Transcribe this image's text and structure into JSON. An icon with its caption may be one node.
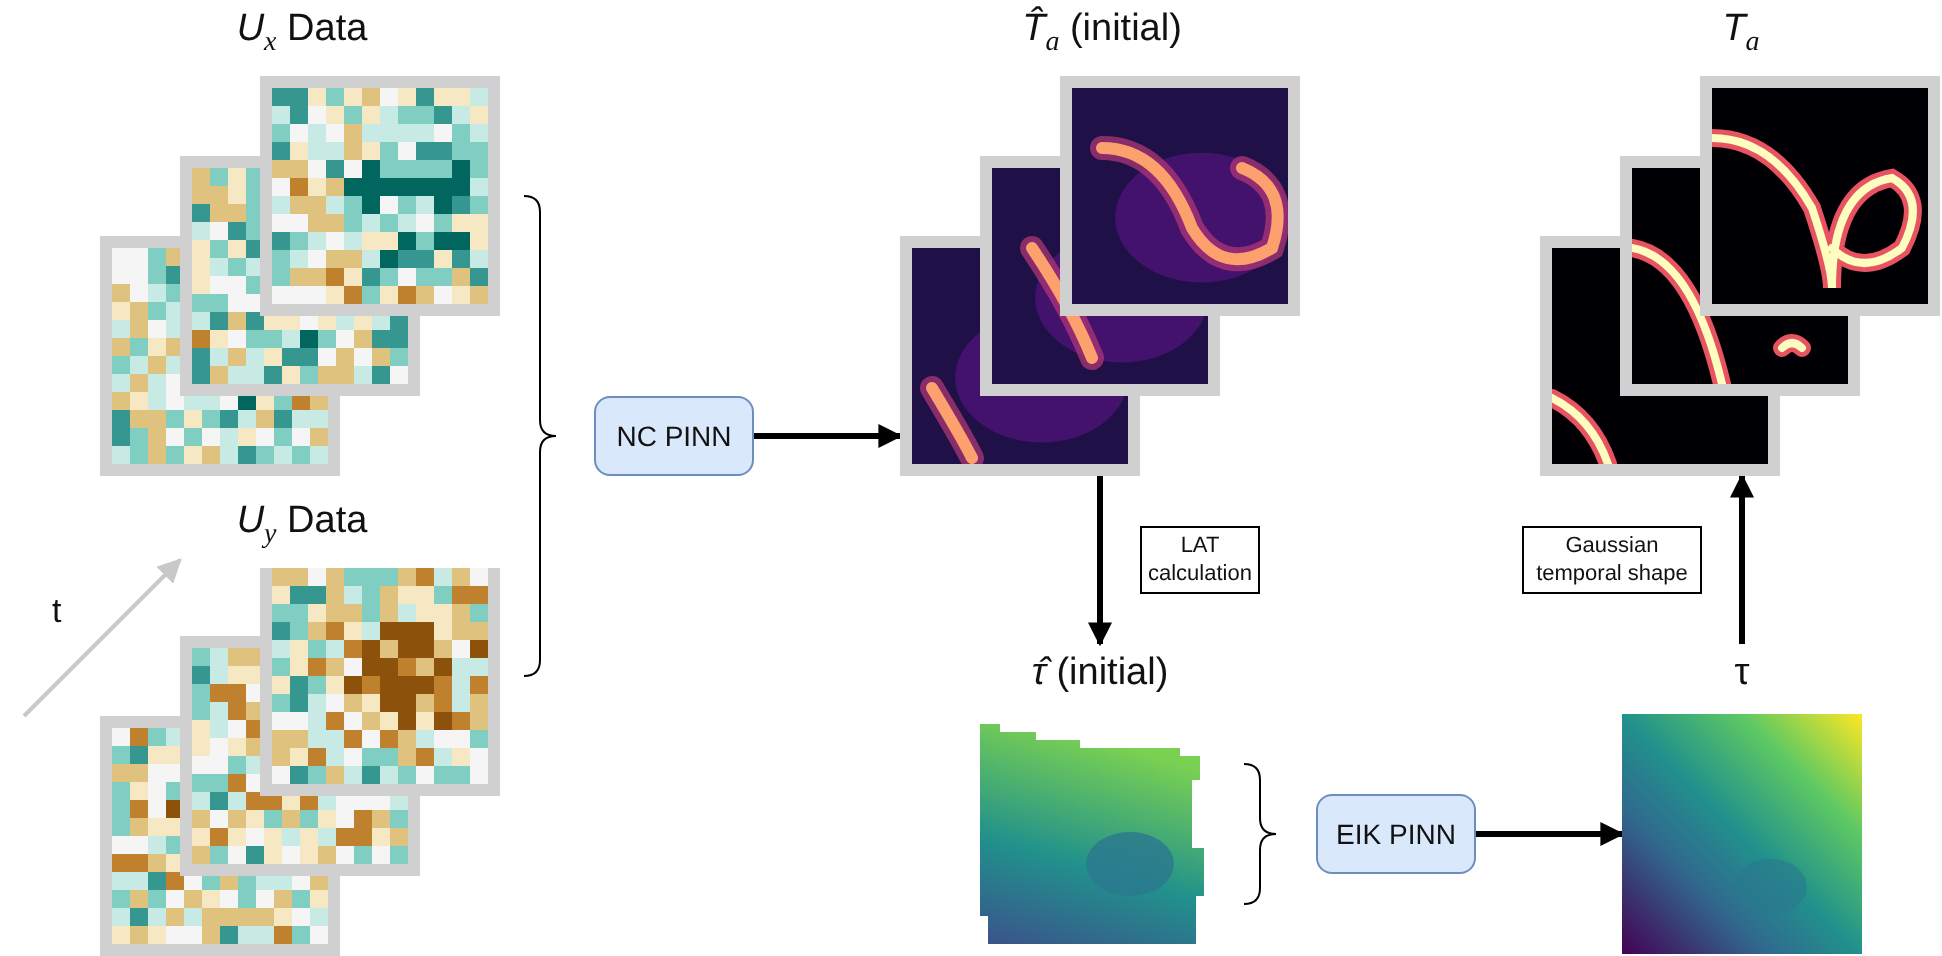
{
  "diagram": {
    "nodes": [
      {
        "text": [
          "*U*$_{x}$ Data"
        ]
      },
      {
        "text": [
          "*U*$_{y}$ Data"
        ]
      },
      {
        "text": [
          "NC PINN"
        ]
      },
      {
        "text": [
          "*T̂*$_{a}$ (initial)"
        ]
      },
      {
        "text": [
          "*T*$_{a}$"
        ]
      },
      {
        "text": [
          "*τ̂* (initial)"
        ]
      },
      {
        "text": [
          "EIK PINN"
        ]
      },
      {
        "text": [
          "τ"
        ]
      }
    ],
    "edges": [
      {
        "from": 2,
        "to": 3,
        "arrow": "to"
      },
      {
        "from": 3,
        "to": 5,
        "arrow": "to",
        "label": "LAT calculation"
      },
      {
        "from": 7,
        "to": 4,
        "arrow": "to",
        "label": "Gaussian temporal shape"
      },
      {
        "from": 6,
        "to": 7,
        "arrow": "to"
      }
    ],
    "labels": [
      "t"
    ]
  }
}
